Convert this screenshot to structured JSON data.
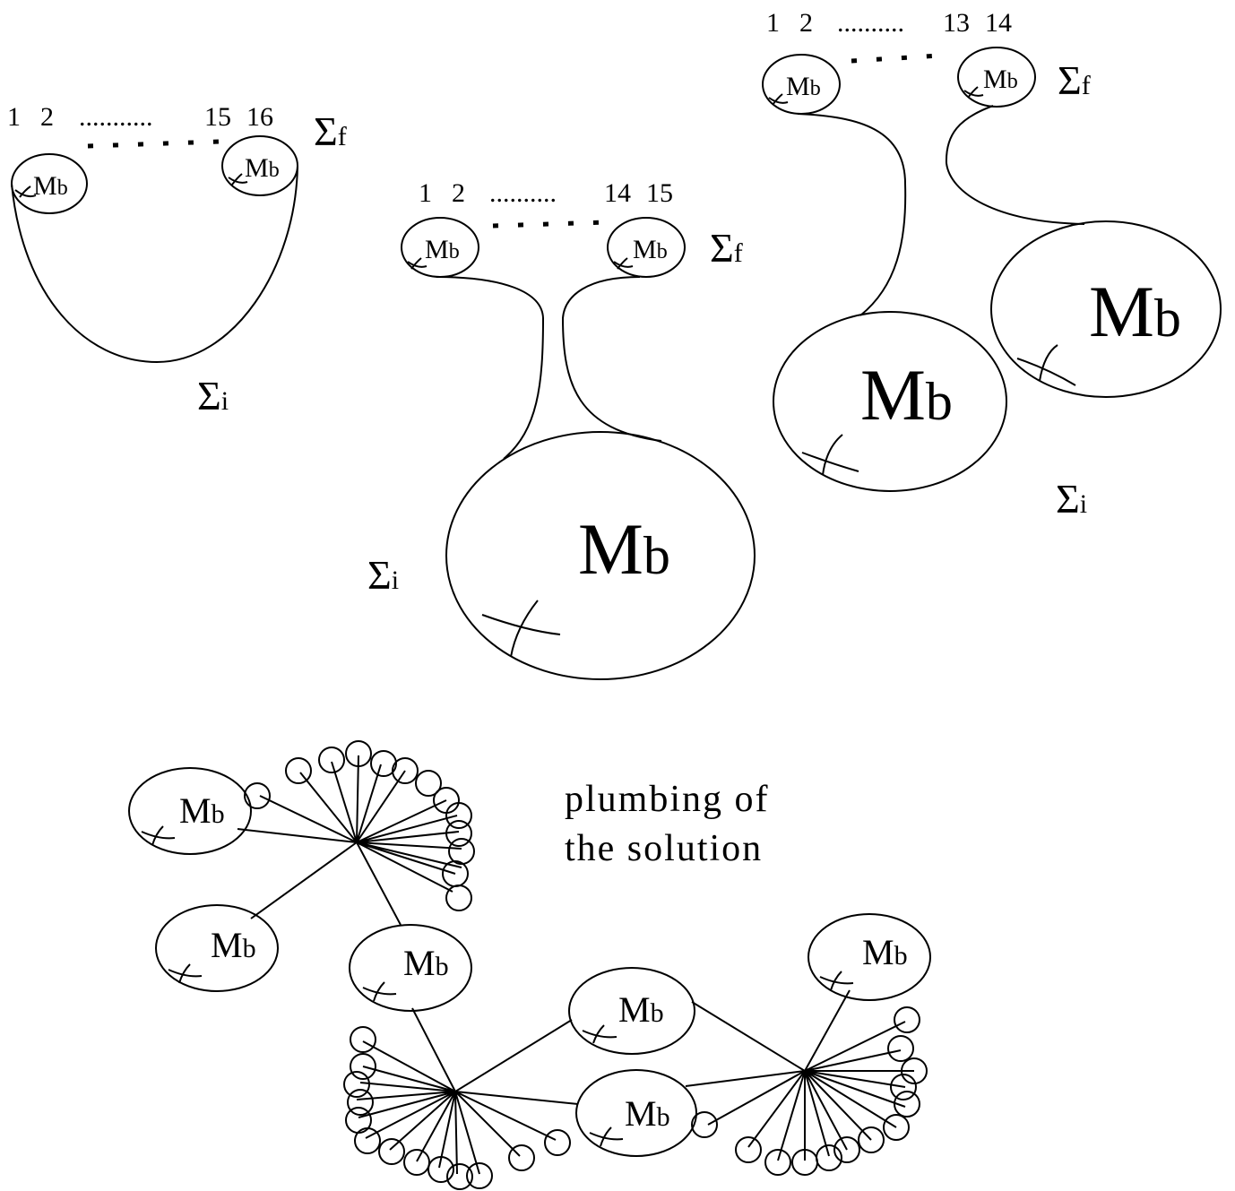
{
  "labels": {
    "mb_main": "M",
    "mb_sub": "b",
    "sigma": "Σ",
    "sigma_f_sub": "f",
    "sigma_i_sub": "i"
  },
  "panel_left": {
    "seq": [
      "1",
      "2",
      "...........",
      "15",
      "16"
    ]
  },
  "panel_middle": {
    "seq": [
      "1",
      "2",
      "..........",
      "14",
      "15"
    ]
  },
  "panel_right": {
    "seq": [
      "1",
      "2",
      "..........",
      "13",
      "14"
    ]
  },
  "caption": {
    "line1": "plumbing of",
    "line2": "the solution"
  }
}
